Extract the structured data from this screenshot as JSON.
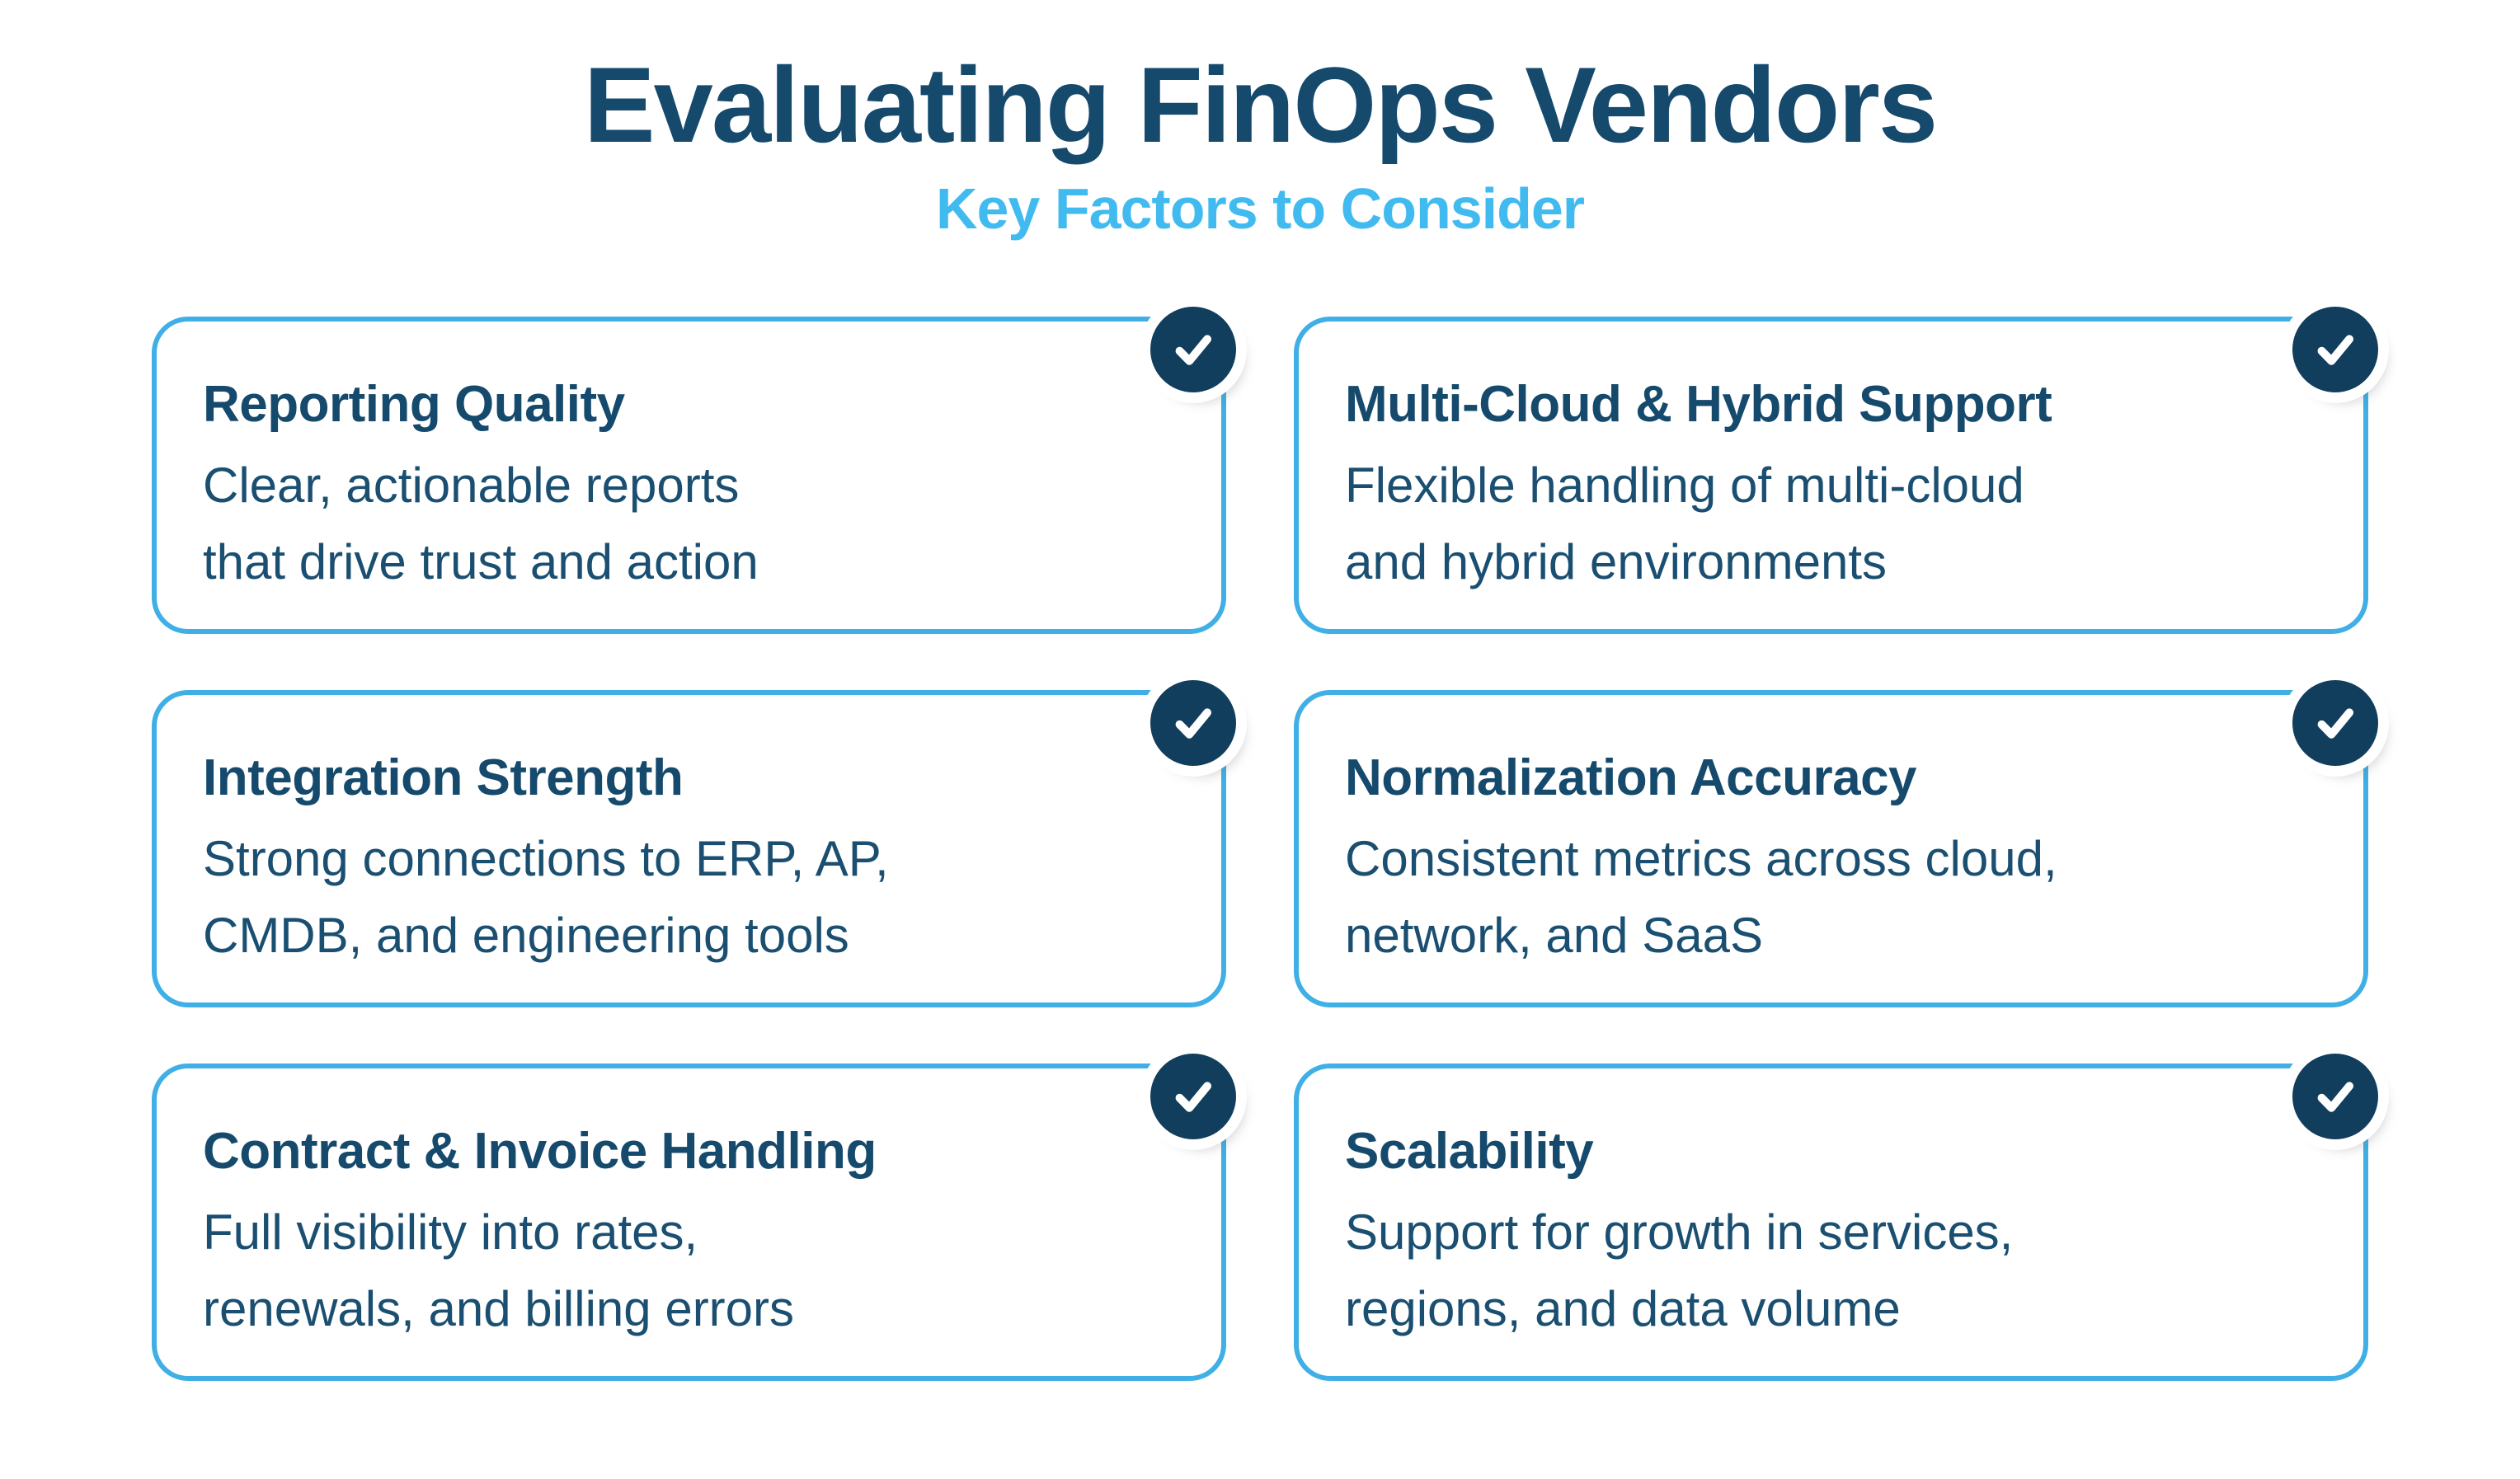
{
  "header": {
    "title": "Evaluating FinOps Vendors",
    "subtitle": "Key Factors to Consider"
  },
  "colors": {
    "text_navy": "#164a6d",
    "badge_navy": "#123e5d",
    "card_border_blue": "#3fafe5",
    "subtitle_blue": "#41bbef",
    "background": "#ffffff",
    "check_white": "#ffffff"
  },
  "icons": {
    "badge": "checkmark-icon"
  },
  "cards": [
    {
      "title": "Reporting Quality",
      "lines": [
        "Clear, actionable reports",
        "that drive trust and action"
      ]
    },
    {
      "title": "Multi-Cloud & Hybrid Support",
      "lines": [
        "Flexible handling of multi-cloud",
        "and hybrid environments"
      ]
    },
    {
      "title": "Integration Strength",
      "lines": [
        "Strong connections to ERP, AP,",
        "CMDB, and engineering tools"
      ]
    },
    {
      "title": "Normalization Accuracy",
      "lines": [
        "Consistent metrics across cloud,",
        "network, and SaaS"
      ]
    },
    {
      "title": "Contract & Invoice Handling",
      "lines": [
        "Full visibility into rates,",
        "renewals, and billing errors"
      ]
    },
    {
      "title": "Scalability",
      "lines": [
        "Support for growth in services,",
        "regions, and data volume"
      ]
    }
  ]
}
